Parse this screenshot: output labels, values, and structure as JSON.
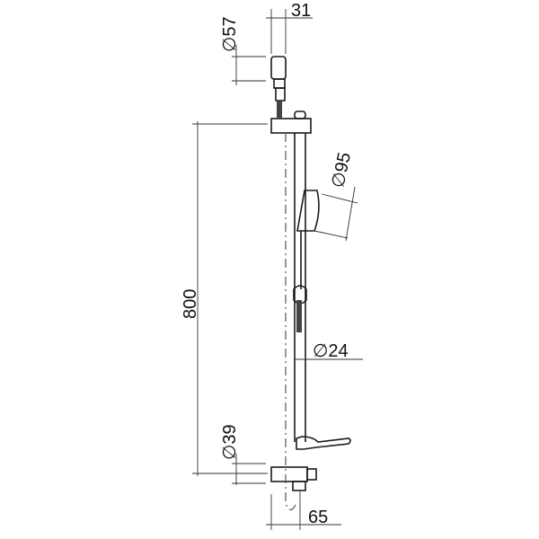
{
  "drawing": {
    "subject": "shower rail set technical drawing",
    "line_color": "#1a1a1a",
    "dimension_color": "#333333",
    "dimensions": {
      "wall_outlet_diameter": "∅57",
      "wall_outlet_projection": "31",
      "rail_length": "800",
      "handshower_diameter": "∅95",
      "rail_diameter": "∅24",
      "bracket_diameter": "∅39",
      "bracket_projection": "65"
    }
  }
}
